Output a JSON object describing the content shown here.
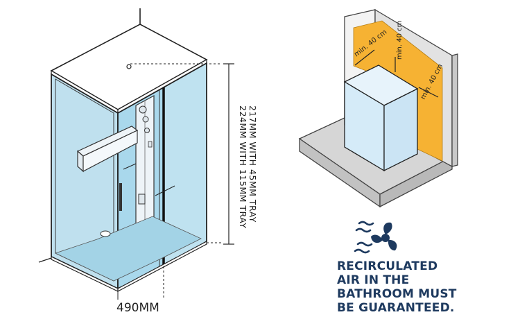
{
  "shower": {
    "height_line_1": "217MM WITH 45MM TRAY",
    "height_line_2": "224MM WITH 115MM TRAY",
    "width_label": "490MM"
  },
  "clearance": {
    "labels": [
      "min. 40 cm",
      "min. 40 cm",
      "min. 40 cm"
    ],
    "colors": {
      "clearance_zone": "#f6b233",
      "wall": "#ececec",
      "floor": "#d6d6d6",
      "cabin": "#d9ecf8"
    }
  },
  "notice": {
    "icon": "fan-icon",
    "lines": [
      "RECIRCULATED",
      "AIR IN THE",
      "BATHROOM MUST",
      "BE GUARANTEED."
    ],
    "color": "#1e3a5f"
  }
}
